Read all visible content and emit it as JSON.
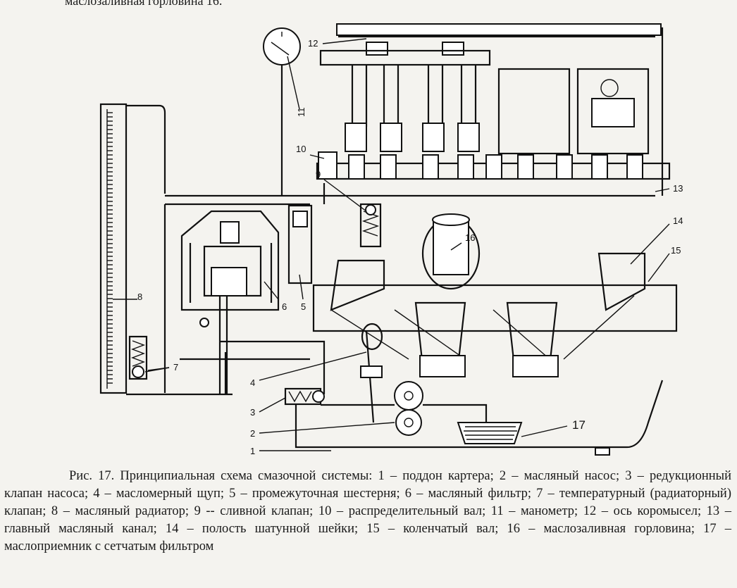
{
  "header": {
    "partial_text": "маслозаливная горловина 16."
  },
  "callouts": [
    "1",
    "2",
    "3",
    "4",
    "5",
    "6",
    "7",
    "8",
    "9",
    "10",
    "11",
    "12",
    "13",
    "14",
    "15",
    "16",
    "17"
  ],
  "caption": {
    "text": "Рис. 17. Принципиальная схема смазочной системы: 1 – поддон картера; 2 – масляный насос; 3 – редукционный клапан насоса; 4 – масломерный щуп; 5 – промежуточная шестерня; 6 – масляный фильтр; 7 – температурный (радиаторный) клапан; 8 – масляный радиатор; 9 -- сливной клапан; 10 – распределительный вал; 11 – манометр; 12 – ось коромысел; 13 – главный масляный канал; 14 – полость шатунной шейки; 15 – коленчатый вал; 16 – маслозаливная горловина; 17 – маслоприемник с сетчатым фильтром"
  }
}
